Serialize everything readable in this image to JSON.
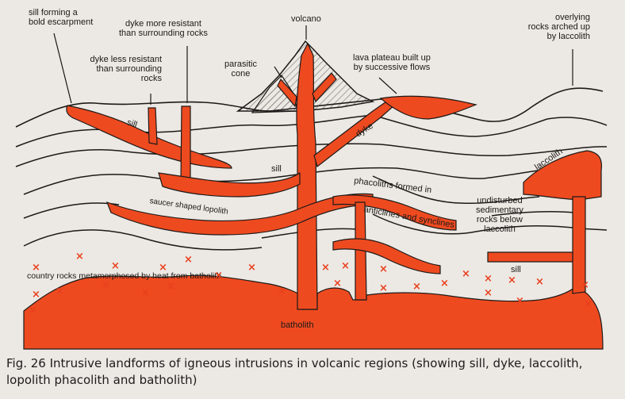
{
  "labels": {
    "sill_escarpment": "sill forming a\nbold escarpment",
    "dyke_more": "dyke more resistant\nthan surrounding rocks",
    "dyke_less": "dyke less resistant\nthan surrounding\nrocks",
    "volcano": "volcano",
    "parasitic_cone": "parasitic\ncone",
    "lava_plateau": "lava plateau built up\nby successive flows",
    "overlying": "overlying\nrocks arched up\nby laccolith",
    "sill_small": "sill",
    "sill_mid": "sill",
    "dyke": "dyke",
    "laccolith": "laccolith",
    "saucer_lopolith": "saucer shaped lopolith",
    "phacoliths": "phacoliths formed in",
    "anticlines": "anticlines and synclines",
    "undisturbed": "undisturbed\nsedimentary\nrocks below\nlaccolith",
    "sill_right": "sill",
    "country_rocks": "country rocks metamorphosed by heat from batholith",
    "batholith": "batholith"
  },
  "caption": "Fig. 26 Intrusive landforms of igneous intrusions in volcanic regions (showing sill, dyke, laccolith, lopolith phacolith and batholith)",
  "colors": {
    "igneous": "#ee4a20",
    "background": "#ece8e3",
    "strata_line": "#1c1a18",
    "volcano_hatch": "#8a8580"
  }
}
